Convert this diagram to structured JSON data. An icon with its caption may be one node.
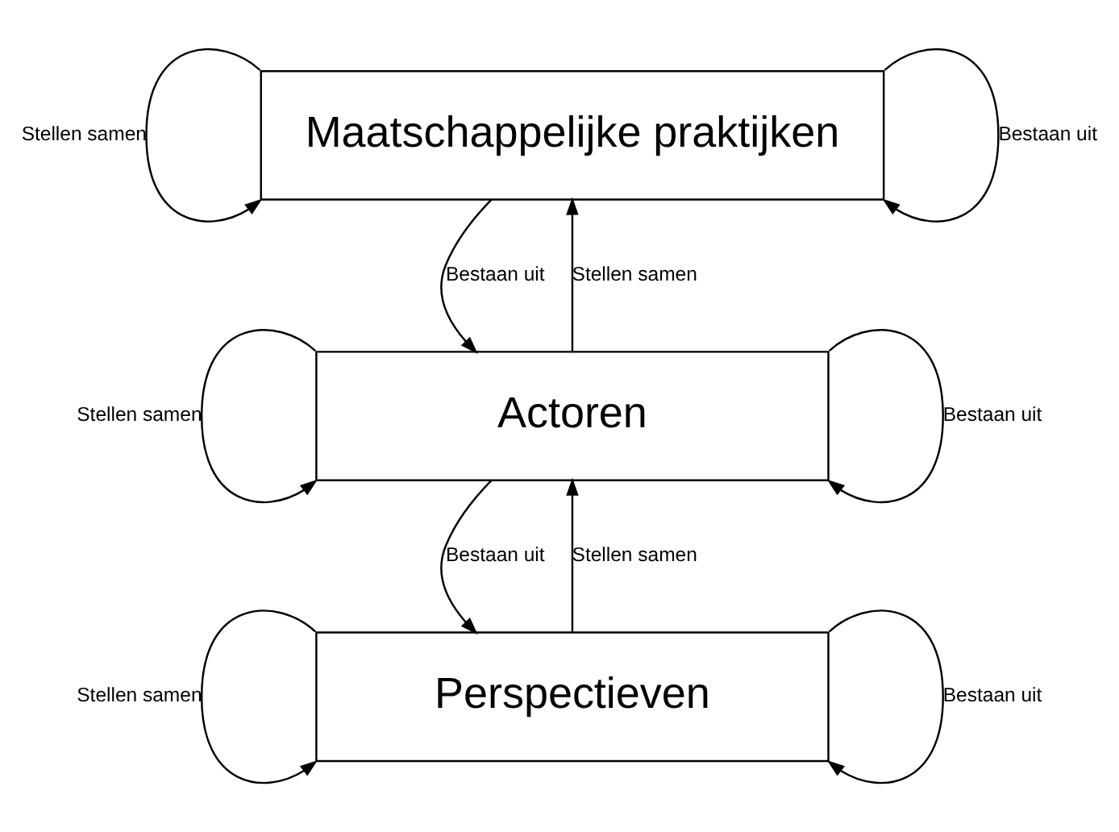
{
  "diagram": {
    "nodes": [
      {
        "text": [
          "Maatschappelijke praktijken"
        ]
      },
      {
        "text": [
          "Actoren"
        ]
      },
      {
        "text": [
          "Perspectieven"
        ]
      }
    ],
    "edges": [
      {
        "from": 0,
        "to": 0,
        "arrow": "to",
        "label": "Stellen samen"
      },
      {
        "from": 0,
        "to": 0,
        "arrow": "to",
        "label": "Bestaan uit"
      },
      {
        "from": 1,
        "to": 0,
        "arrow": "to",
        "label": "Stellen samen"
      },
      {
        "from": 0,
        "to": 1,
        "arrow": "to",
        "label": "Bestaan uit"
      },
      {
        "from": 1,
        "to": 1,
        "arrow": "to",
        "label": "Stellen samen"
      },
      {
        "from": 1,
        "to": 1,
        "arrow": "to",
        "label": "Bestaan uit"
      },
      {
        "from": 2,
        "to": 1,
        "arrow": "to",
        "label": "Stellen samen"
      },
      {
        "from": 1,
        "to": 2,
        "arrow": "to",
        "label": "Bestaan uit"
      },
      {
        "from": 2,
        "to": 2,
        "arrow": "to",
        "label": "Stellen samen"
      },
      {
        "from": 2,
        "to": 2,
        "arrow": "to",
        "label": "Bestaan uit"
      }
    ]
  }
}
